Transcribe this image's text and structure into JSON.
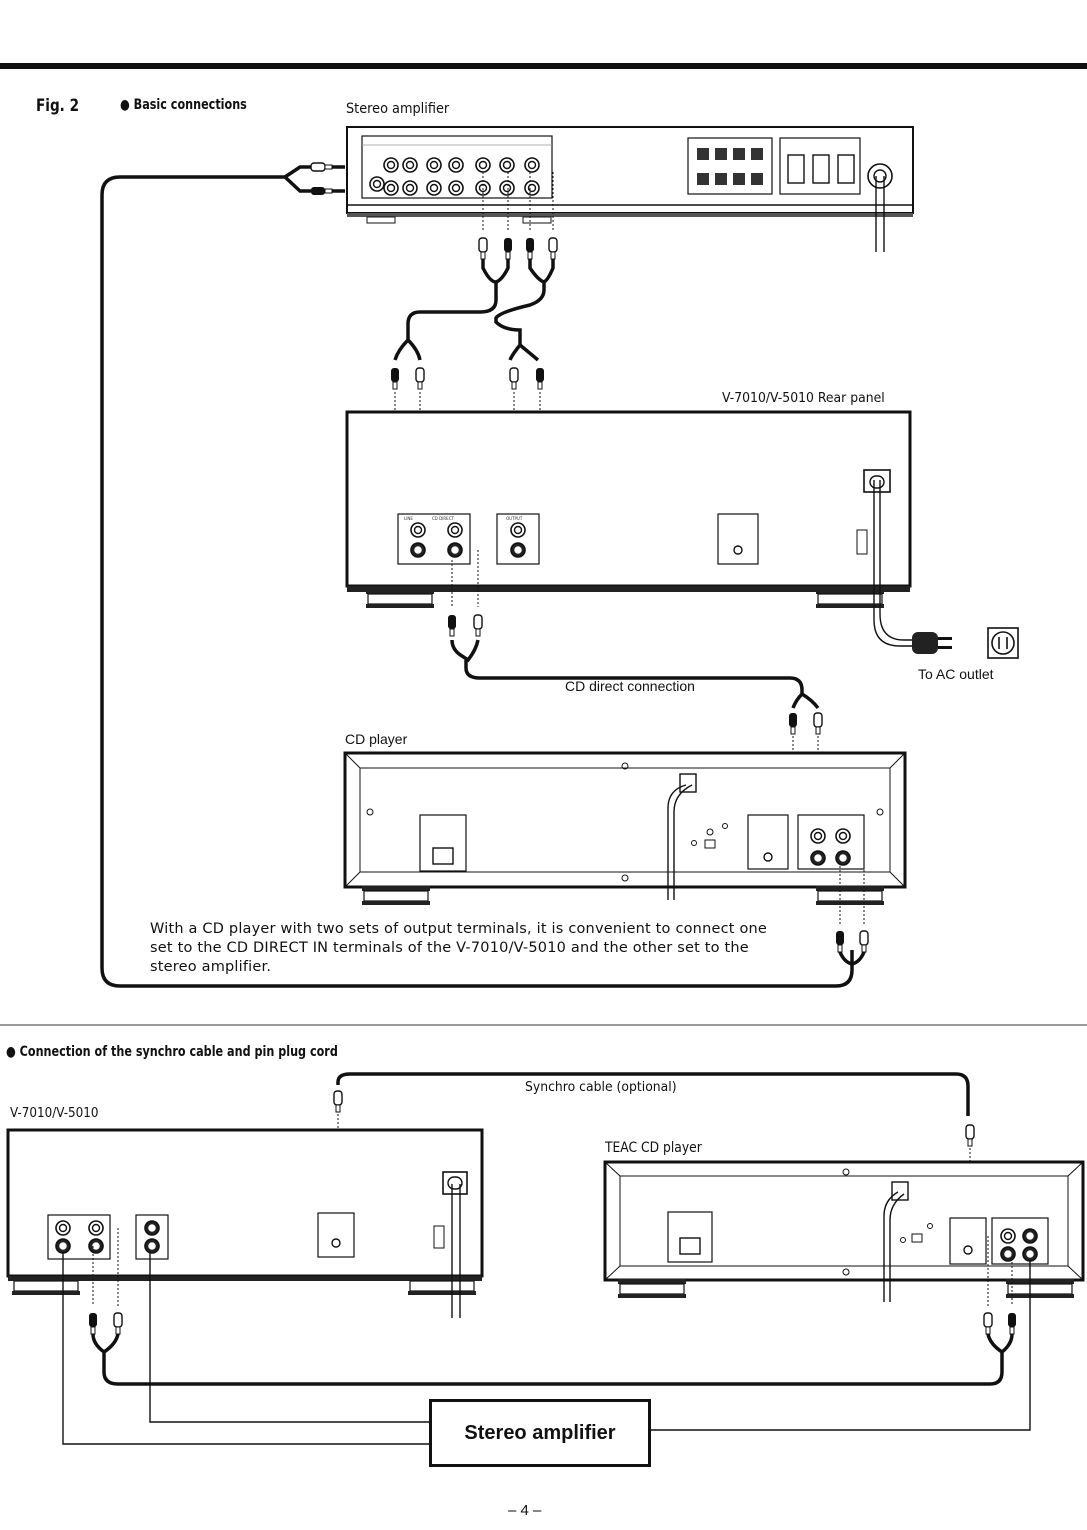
{
  "figure": {
    "label": "Fig. 2",
    "section_title": "● Basic connections"
  },
  "devices": {
    "stereo_amplifier": "Stereo amplifier",
    "v7010_rear_panel": "V-7010/V-5010  Rear panel",
    "cd_player": "CD player",
    "ac_outlet": "To AC outlet",
    "cd_direct_connection": "CD direct connection"
  },
  "note": {
    "lines": [
      "With a CD player with two sets of output terminals, it is convenient to connect one",
      "set to the CD DIRECT IN terminals of the V-7010/V-5010 and the other set to the",
      "stereo amplifier."
    ]
  },
  "synchro_section": {
    "title": "● Connection  of  the  synchro  cable  and  pin plug cord",
    "synchro_cable": "Synchro cable (optional)",
    "v7010_label": "V-7010/V-5010",
    "teac_cd_player": "TEAC CD player",
    "stereo_amplifier_box": "Stereo amplifier"
  },
  "page_number": "– 4 –"
}
